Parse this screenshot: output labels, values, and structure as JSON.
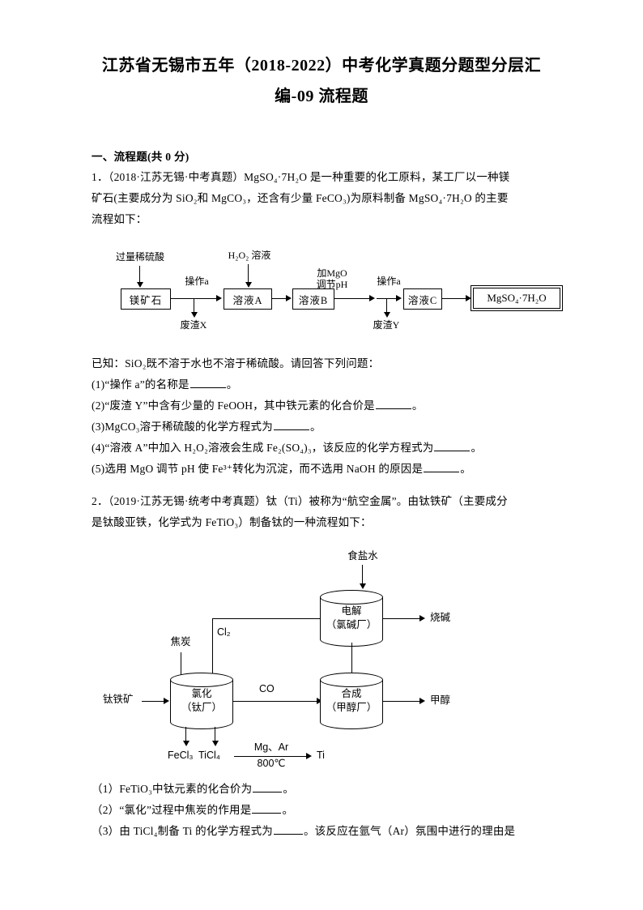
{
  "document": {
    "title_line1": "江苏省无锡市五年（2018-2022）中考化学真题分题型分层汇",
    "title_line2": "编-09 流程题",
    "section_heading": "一、流程题(共 0 分)"
  },
  "question1": {
    "stem_line1": "1．（2018·江苏无锡·中考真题）MgSO₄·7H₂O 是一种重要的化工原料，某工厂以一种镁",
    "stem_line2": "矿石(主要成分为 SiO₂和 MgCO₃，还含有少量 FeCO₃)为原料制备 MgSO₄·7H₂O 的主要",
    "stem_line3": "流程如下：",
    "known": "已知：SiO₂既不溶于水也不溶于稀硫酸。请回答下列问题：",
    "sub_questions": [
      "(1)“操作 a”的名称是",
      "(2)“废渣 Y”中含有少量的 FeOOH，其中铁元素的化合价是",
      "(3)MgCO₃溶于稀硫酸的化学方程式为",
      "(4)“溶液 A”中加入 H₂O₂溶液会生成 Fe₂(SO₄)₃，该反应的化学方程式为",
      "(5)选用 MgO 调节 pH 使 Fe³⁺转化为沉淀，而不选用 NaOH 的原因是"
    ],
    "flowchart": {
      "boxes": [
        {
          "id": "ore",
          "label": "镁矿石"
        },
        {
          "id": "solA",
          "label": "溶液A"
        },
        {
          "id": "solB",
          "label": "溶液B"
        },
        {
          "id": "solC",
          "label": "溶液C"
        },
        {
          "id": "product",
          "label": "MgSO₄·7H₂O"
        }
      ],
      "inputs": [
        {
          "id": "acid",
          "label": "过量稀硫酸"
        },
        {
          "id": "h2o2",
          "label": "H₂O₂ 溶液"
        },
        {
          "id": "mgo",
          "label": "加MgO\n调节pH"
        }
      ],
      "operations": [
        {
          "id": "op-a-1",
          "label": "操作a"
        },
        {
          "id": "op-a-2",
          "label": "操作a"
        }
      ],
      "wastes": [
        {
          "id": "wasteX",
          "label": "废渣X"
        },
        {
          "id": "wasteY",
          "label": "废渣Y"
        }
      ]
    }
  },
  "question2": {
    "stem_line1": "2．（2019·江苏无锡·统考中考真题）钛（Ti）被称为“航空金属”。由钛铁矿（主要成分",
    "stem_line2": "是钛酸亚铁，化学式为 FeTiO₃）制备钛的一种流程如下：",
    "sub_questions": [
      "（1）FeTiO₃中钛元素的化合价为",
      "（2）“氯化”过程中焦炭的作用是",
      "（3）由 TiCl₄制备 Ti 的化学方程式为"
    ],
    "sub3_tail": "。该反应在氩气（Ar）氛围中进行的理由是",
    "flowchart": {
      "units": [
        {
          "id": "electrolysis",
          "line1": "电解",
          "line2": "（氯碱厂）"
        },
        {
          "id": "chlorination",
          "line1": "氯化",
          "line2": "（钛厂）"
        },
        {
          "id": "synthesis",
          "line1": "合成",
          "line2": "（甲醇厂）"
        }
      ],
      "labels": {
        "brine": "食盐水",
        "caustic": "烧碱",
        "coke": "焦炭",
        "chlorine": "Cl₂",
        "ore": "钛铁矿",
        "co": "CO",
        "methanol": "甲醇",
        "fecl3": "FeCl₃",
        "ticl4": "TiCl₄",
        "reagents": "Mg、Ar",
        "temperature": "800℃",
        "titanium": "Ti"
      }
    }
  }
}
